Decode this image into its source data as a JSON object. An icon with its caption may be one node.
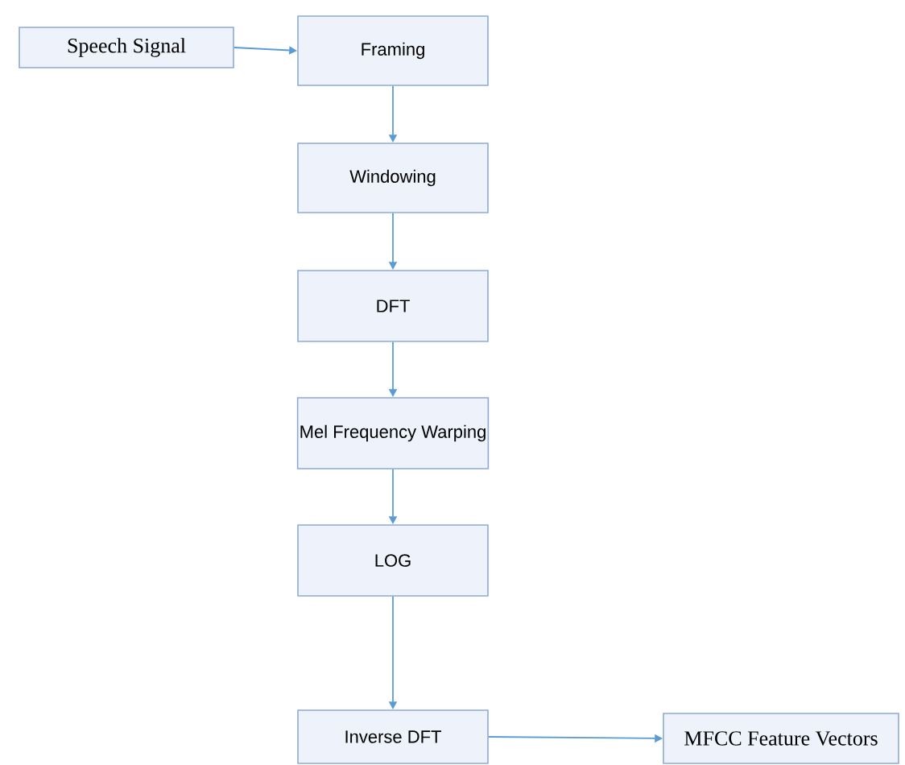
{
  "diagram": {
    "nodes": [
      {
        "text": [
          "Speech Signal"
        ]
      },
      {
        "text": [
          "Framing"
        ]
      },
      {
        "text": [
          "Windowing"
        ]
      },
      {
        "text": [
          "DFT"
        ]
      },
      {
        "text": [
          "Mel Frequency Warping"
        ]
      },
      {
        "text": [
          "LOG"
        ]
      },
      {
        "text": [
          "Inverse DFT"
        ]
      },
      {
        "text": [
          "MFCC Feature Vectors"
        ]
      }
    ],
    "edges": [
      {
        "from": 0,
        "to": 1,
        "arrow": "to"
      },
      {
        "from": 1,
        "to": 2,
        "arrow": "to"
      },
      {
        "from": 2,
        "to": 3,
        "arrow": "to"
      },
      {
        "from": 3,
        "to": 4,
        "arrow": "to"
      },
      {
        "from": 4,
        "to": 5,
        "arrow": "to"
      },
      {
        "from": 5,
        "to": 6,
        "arrow": "to"
      },
      {
        "from": 6,
        "to": 7,
        "arrow": "to"
      }
    ]
  }
}
